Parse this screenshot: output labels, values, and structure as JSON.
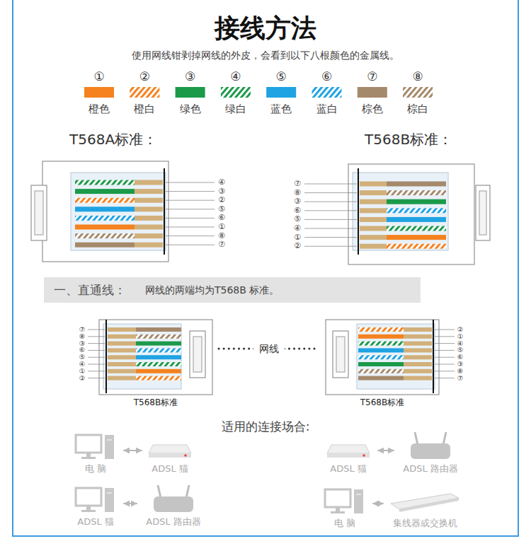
{
  "diagram": {
    "title": "接线方法",
    "nodes": [
      {
        "text": [
          "T568B标准"
        ]
      },
      {
        "text": [
          "T568B标准"
        ]
      },
      {
        "text": [
          "电 脑"
        ]
      },
      {
        "text": [
          "ADSL 猫"
        ]
      },
      {
        "text": [
          "ADSL 猫"
        ]
      },
      {
        "text": [
          "ADSL 路由器"
        ]
      },
      {
        "text": [
          "ADSL 猫"
        ]
      },
      {
        "text": [
          "ADSL 路由器"
        ]
      },
      {
        "text": [
          "电 脑"
        ]
      },
      {
        "text": [
          "集线器或交换机"
        ]
      }
    ],
    "edges": [
      {
        "from": 0,
        "to": 1,
        "arrow": "none",
        "label": "网线"
      },
      {
        "from": 2,
        "to": 3,
        "arrow": "both"
      },
      {
        "from": 4,
        "to": 5,
        "arrow": "both"
      },
      {
        "from": 6,
        "to": 7,
        "arrow": "both"
      },
      {
        "from": 8,
        "to": 9,
        "arrow": "both"
      }
    ],
    "labels": [
      "使用网线钳剥掉网线的外皮，会看到以下八根颜色的金属线。",
      "①",
      "②",
      "③",
      "④",
      "⑤",
      "⑥",
      "⑦",
      "⑧",
      "T568A标准：",
      "T568B标准：",
      "④",
      "③",
      "②",
      "⑤",
      "⑥",
      "①",
      "⑧",
      "⑦",
      "⑦",
      "⑧",
      "③",
      "⑥",
      "⑤",
      "④",
      "①",
      "②",
      "一、直通线：",
      "网线的两端均为T568B 标准。",
      "⑦",
      "⑧",
      "③",
      "⑥",
      "⑤",
      "④",
      "①",
      "②",
      "②",
      "①",
      "④",
      "⑤",
      "⑥",
      "③",
      "⑧",
      "⑦",
      "适用的连接场合:"
    ],
    "legend": [
      {
        "text": "橙色",
        "color": "#f5821f"
      },
      {
        "text": "橙白",
        "color": "#f5821f"
      },
      {
        "text": "绿色",
        "color": "#1b9a4a"
      },
      {
        "text": "绿白",
        "color": "#1b9a4a"
      },
      {
        "text": "蓝色",
        "color": "#1fa3e3"
      },
      {
        "text": "蓝白",
        "color": "#1fa3e3"
      },
      {
        "text": "棕色",
        "color": "#a5896b"
      },
      {
        "text": "棕白",
        "color": "#a5896b"
      }
    ]
  }
}
